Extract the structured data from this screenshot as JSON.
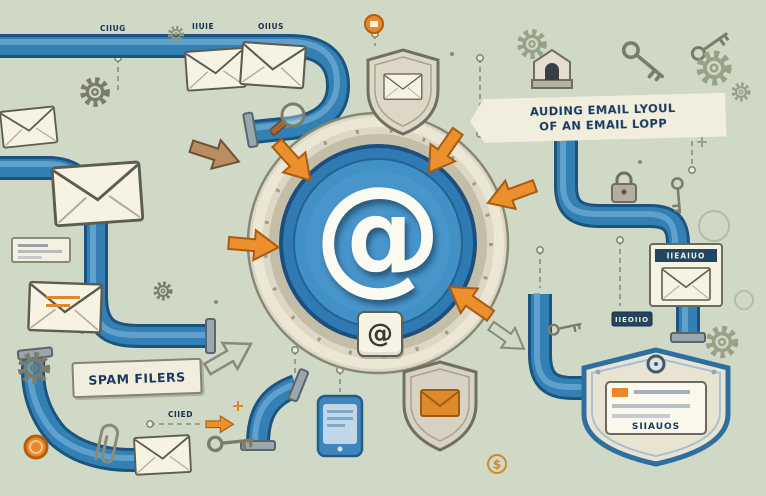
{
  "scene": {
    "title": "email-loop-illustration",
    "background": "#cfd9c6",
    "palette": {
      "pipe_blue": "#2f7ab2",
      "pipe_dark": "#1c5480",
      "accent_orange": "#e8882a",
      "metal_beige": "#ddd7c6",
      "paper_cream": "#f2eedd",
      "ink_navy": "#173a5e"
    }
  },
  "center": {
    "at_symbol": "@"
  },
  "banner": {
    "line1": "AUDING EMAIL LYOUL",
    "line2": "OF AN EMAIL LOPP"
  },
  "signs": {
    "spam_filters": "SPAM FILERS",
    "device_badge": "SIIAUOS",
    "mail_tag": "IIEAIUO",
    "dark_tag": "IIEOIIO",
    "flow_tag": "CIIED"
  },
  "pipe_labels": {
    "top1": "CIIUG",
    "top2": "IIUIE",
    "top3": "OIIUS"
  },
  "small_at": "@",
  "currency": "$",
  "icons": {
    "at-symbol": "@",
    "envelope-icon": "✉",
    "key-icon": "⚷",
    "gear-icon": "⚙",
    "padlock-icon": "🔒",
    "shield-icon": "⛨",
    "magnifier-icon": "🔍",
    "paperclip-icon": "📎",
    "target-icon": "◎",
    "coin-icon": "●",
    "tablet-icon": "▯",
    "server-icon": "⌂",
    "arrow-icon": "➤"
  }
}
